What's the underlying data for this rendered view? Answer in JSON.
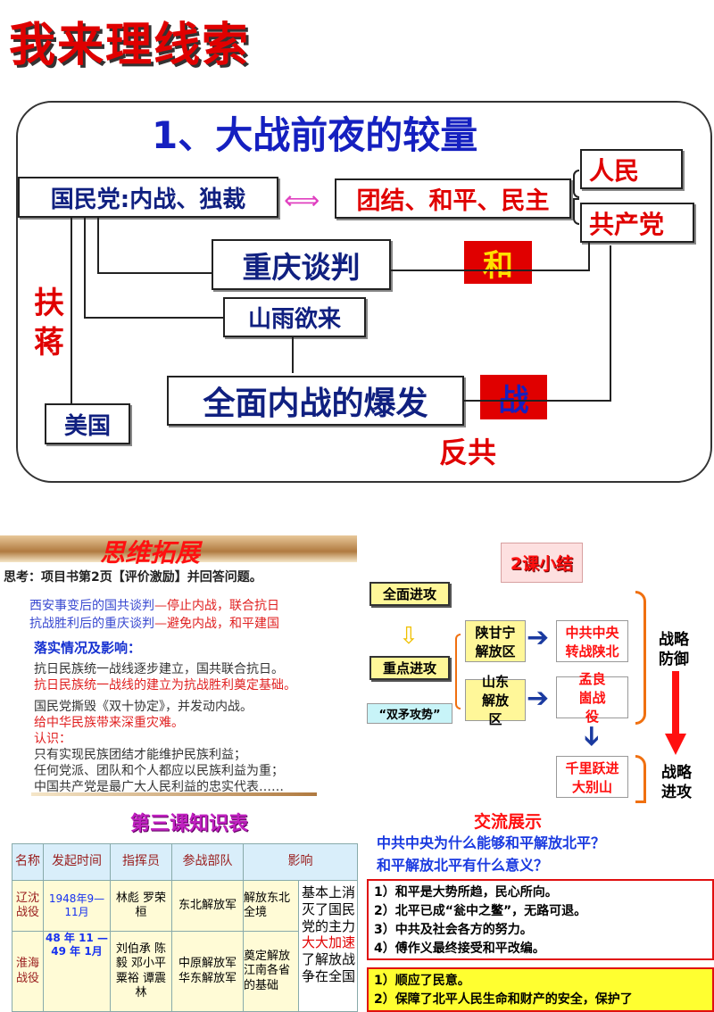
{
  "top": {
    "title": "我来理线索",
    "subtitle": "1、大战前夜的较量",
    "kmt": "国民党:内战、独裁",
    "unity": "团结、和平、民主",
    "people": "人民",
    "ccp": "共产党",
    "chongqing": "重庆谈判",
    "he": "和",
    "shanyu": "山雨欲来",
    "civilwar": "全面内战的爆发",
    "zhan": "战",
    "usa": "美国",
    "fujiang": "扶蒋",
    "fangong": "反共"
  },
  "left": {
    "header": "思维拓展",
    "prompt": "思考：项目书第2页【评价激励】并回答问题。",
    "lines": [
      {
        "a": "西安事变后的国共谈判",
        "b": "—停止内战，联合抗日"
      },
      {
        "a": "抗战胜利后的重庆谈判",
        "b": "—避免内战，和平建国"
      }
    ],
    "impact_title": "落实情况及影响：",
    "p1": "抗日民族统一战线逐步建立，国共联合抗日。",
    "p1r": "抗日民族统一战线的建立为抗战胜利奠定基础。",
    "p2": "国民党撕毁《双十协定》，并发动内战。",
    "p2r": "给中华民族带来深重灾难。",
    "know": "认识：",
    "k1": "只有实现民族团结才能维护民族利益；",
    "k2": "任何党派、团队和个人都应以民族利益为重；",
    "k3": "中国共产党是最广大人民利益的忠实代表……"
  },
  "table": {
    "title": "第三课知识表",
    "headers": [
      "名称",
      "发起时间",
      "指挥员",
      "参战部队",
      "影响"
    ],
    "rows": [
      {
        "name": "辽沈战役",
        "time": "1948年9—11月",
        "cmd": "林彪 罗荣桓",
        "army": "东北解放军",
        "effect": "解放东北全境"
      },
      {
        "name": "淮海战役",
        "time": "48 年 11 — 49 年 1月",
        "cmd": "刘伯承 陈毅 邓小平 粟裕 谭震林",
        "army": "中原解放军 华东解放军",
        "effect": "奠定解放江南各省的基础"
      }
    ],
    "summary_a": "基本上消灭了国民党的主力",
    "summary_red": "大大加速",
    "summary_b": "了解放战争在全国"
  },
  "right": {
    "scroll": "2课小结",
    "full": "全面进攻",
    "key": "重点进攻",
    "double": "“双矛攻势”",
    "sgn": "陕甘宁解放区",
    "sd": "山东解放区",
    "zhongyang": "中共中央转战陕北",
    "mlg": "孟良崮战役",
    "dbs": "千里跃进大别山",
    "defense": "战略防御",
    "offense": "战略进攻",
    "exchange": "交流展示",
    "q1": "中共中央为什么能够和平解放北平？",
    "q2": "和平解放北平有什么意义？",
    "reasons": [
      "1）和平是大势所趋，民心所向。",
      "2）北平已成“瓮中之鳖”，无路可退。",
      "3）中共及社会各方的努力。",
      "4）傅作义最终接受和平改编。"
    ],
    "meaning": [
      "1）顺应了民意。",
      "2）保障了北平人民生命和财产的安全，保护了"
    ]
  }
}
